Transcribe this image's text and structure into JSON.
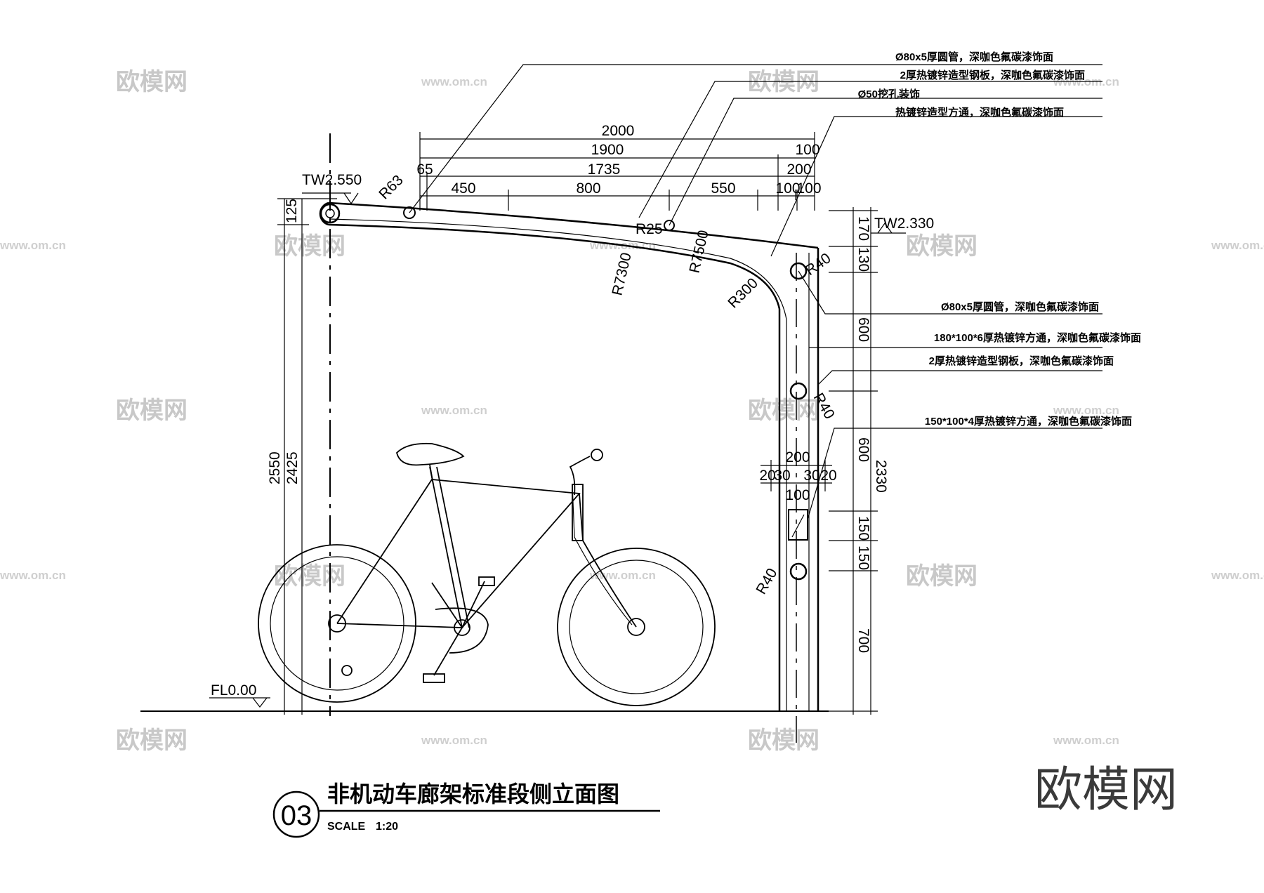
{
  "levels": {
    "top_left": "TW2.550",
    "top_right": "TW2.330",
    "floor": "FL0.00"
  },
  "dimensions_top": {
    "d2000": "2000",
    "d1900": "1900",
    "d100a": "100",
    "d65": "65",
    "d1735": "1735",
    "d200": "200",
    "d450": "450",
    "d800": "800",
    "d550": "550",
    "d100b": "100",
    "d100c": "100"
  },
  "dimensions_left": {
    "d125": "125",
    "d2550": "2550",
    "d2425": "2425"
  },
  "dimensions_right": {
    "d170": "170",
    "d130": "130",
    "d600a": "600",
    "d600b": "600",
    "d2330": "2330",
    "d150a": "150",
    "d150b": "150",
    "d700": "700"
  },
  "dimensions_column": {
    "d200": "200",
    "d20a": "20",
    "d30a": "30",
    "d30b": "30",
    "d20b": "20",
    "d100": "100"
  },
  "radii": {
    "r63": "R63",
    "r25": "R25",
    "r7300": "R7300",
    "r7500": "R7500",
    "r300": "R300",
    "r40a": "R40",
    "r40b": "R40",
    "r40c": "R40"
  },
  "notes": {
    "n1": "Ø80x5厚圆管，深咖色氟碳漆饰面",
    "n2": "2厚热镀锌造型钢板，深咖色氟碳漆饰面",
    "n3": "Ø50挖孔装饰",
    "n4": "热镀锌造型方通，深咖色氟碳漆饰面",
    "n5": "Ø80x5厚圆管，深咖色氟碳漆饰面",
    "n6": "180*100*6厚热镀锌方通，深咖色氟碳漆饰面",
    "n7": "2厚热镀锌造型钢板，深咖色氟碳漆饰面",
    "n8": "150*100*4厚热镀锌方通，深咖色氟碳漆饰面"
  },
  "title_block": {
    "number": "03",
    "title": "非机动车廊架标准段侧立面图",
    "scale_label": "SCALE",
    "scale_value": "1:20"
  },
  "watermark": {
    "brand": "欧模网",
    "url": "www.om.cn",
    "logo": "欧模网"
  }
}
